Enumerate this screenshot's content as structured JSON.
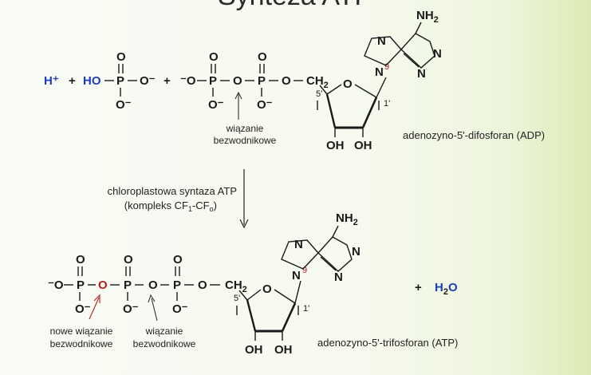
{
  "title": "Synteza ATP",
  "reactants": {
    "proton": "H⁺",
    "plus": "+",
    "phosphate_ho": "HO",
    "phosphate_o": "O",
    "phosphate_o_minus": "O⁻",
    "minus_o": "⁻O",
    "adp_label": "adenozyno-5'-difosforan (ADP)",
    "bond_label_line1": "wiązanie",
    "bond_label_line2": "bezwodnikowe"
  },
  "enzyme": {
    "line1": "chloroplastowa syntaza ATP",
    "line2_prefix": "(kompleks CF",
    "line2_sub1": "1",
    "line2_mid": "-CF",
    "line2_sub2": "o",
    "line2_suffix": ")"
  },
  "products": {
    "atp_label": "adenozyno-5'-trifosforan (ATP)",
    "new_bond_line1": "nowe wiązanie",
    "new_bond_line2": "bezwodnikowe",
    "bond_label_line1": "wiązanie",
    "bond_label_line2": "bezwodnikowe",
    "water_h": "H",
    "water_sub": "2",
    "water_o": "O",
    "plus": "+"
  },
  "chem": {
    "P": "P",
    "O": "O",
    "N": "N",
    "NH": "NH",
    "two": "2",
    "nine": "9",
    "CH": "CH",
    "OH": "OH",
    "five_prime": "5'",
    "one_prime": "1'"
  },
  "colors": {
    "blue": "#1d3db8",
    "red": "#b01f1f",
    "ink": "#1a1a1a"
  }
}
